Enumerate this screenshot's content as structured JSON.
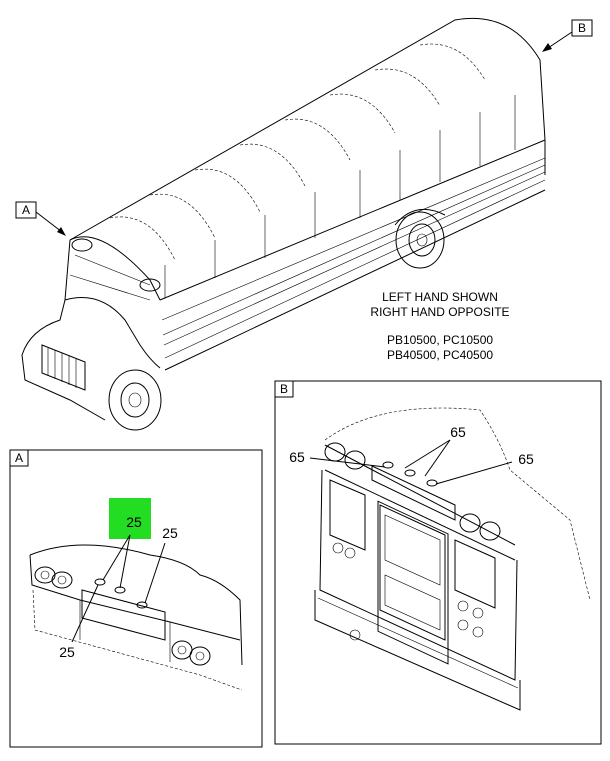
{
  "views": {
    "main_tag_a": "A",
    "main_tag_b": "B",
    "detail_a_tag": "A",
    "detail_b_tag": "B"
  },
  "notes": {
    "line1": "LEFT HAND SHOWN",
    "line2": "RIGHT HAND OPPOSITE",
    "line3": "PB10500, PC10500",
    "line4": "PB40500, PC40500"
  },
  "callouts_a": {
    "highlight": "25",
    "right": "25",
    "bottom": "25",
    "highlight_color": "#22dd22"
  },
  "callouts_b": {
    "top": "65",
    "left": "65",
    "right": "65"
  }
}
